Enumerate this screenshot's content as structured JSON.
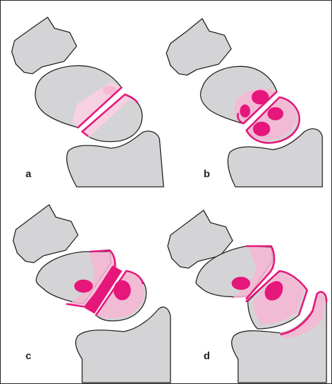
{
  "panels": [
    {
      "id": "a",
      "label": "a"
    },
    {
      "id": "b",
      "label": "b"
    },
    {
      "id": "c",
      "label": "c"
    },
    {
      "id": "d",
      "label": "d"
    }
  ],
  "colors": {
    "bone": "#d4d4d6",
    "outline": "#231f20",
    "accent": "#e5177b",
    "accent_light": "#f7b6d4"
  }
}
